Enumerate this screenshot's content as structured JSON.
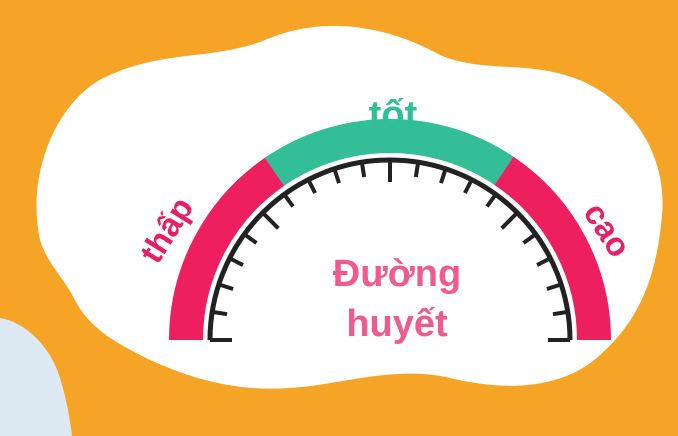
{
  "gauge": {
    "labels": {
      "low": "thấp",
      "good": "tốt",
      "high": "cao"
    },
    "center_text": {
      "line1": "Đường",
      "line2": "huyết"
    },
    "zone_colors": {
      "low": "#EE1F5F",
      "good": "#33BE98",
      "high": "#EE1F5F"
    },
    "text_colors": {
      "low_label": "#E91E63",
      "good_label": "#2FBF96",
      "high_label": "#E91E63",
      "center": "#F05A8C"
    },
    "tick_color": "#222222"
  },
  "background": {
    "page_color": "#F6A425",
    "blob_color": "#FFFFFF",
    "corner_shape_color": "#DDE9F3"
  }
}
